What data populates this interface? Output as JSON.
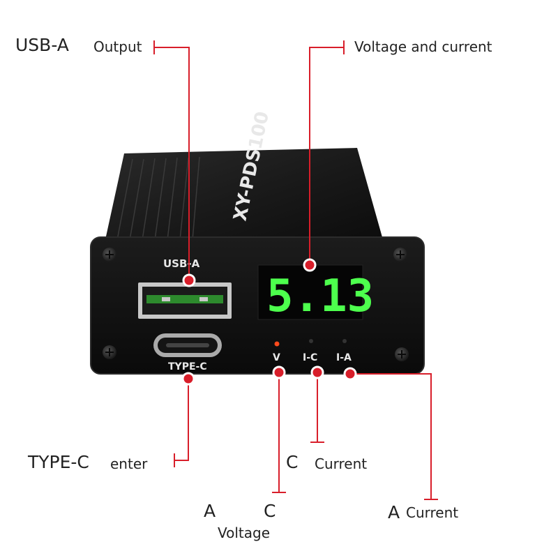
{
  "device": {
    "model": "XY-PDS100",
    "usb_a_port_label": "USB-A",
    "type_c_port_label": "TYPE-C",
    "display_reading": "5.13",
    "indicator_v": "V",
    "indicator_ic": "I-C",
    "indicator_ia": "I-A"
  },
  "callouts": {
    "usb_a_title": "USB-A",
    "usb_a_desc": "Output",
    "display_desc": "Voltage and current",
    "type_c_title": "TYPE-C",
    "type_c_desc": "enter",
    "c_current_letter": "C",
    "c_current_desc": "Current",
    "voltage_a": "A",
    "voltage_c": "C",
    "voltage_desc": "Voltage",
    "a_current_letter": "A",
    "a_current_desc": "Current"
  },
  "colors": {
    "callout_red": "#d81e2a",
    "display_green": "#4dff4d",
    "body_black": "#141414"
  }
}
